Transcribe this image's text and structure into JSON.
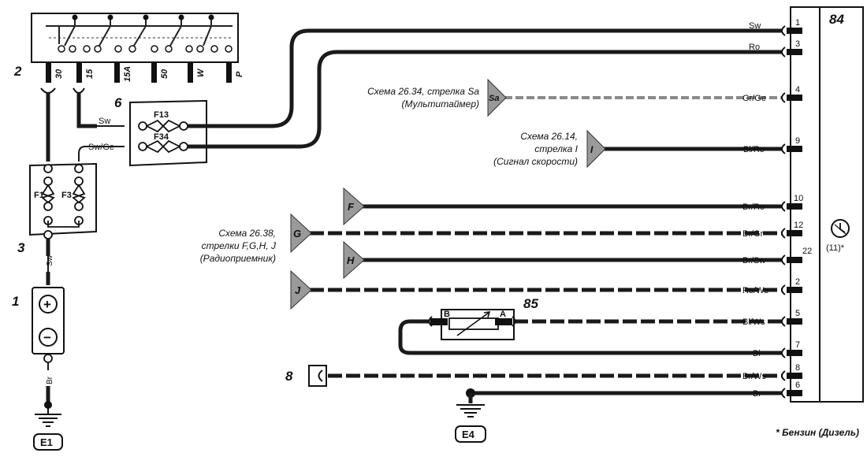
{
  "components": {
    "c1": "1",
    "c2": "2",
    "c3": "3",
    "c6": "6",
    "c8": "8",
    "c84": "84",
    "c85": "85"
  },
  "ignition_switch": {
    "terminals": [
      "30",
      "15",
      "15A",
      "50",
      "W",
      "P"
    ]
  },
  "fuses_top": {
    "f13": "F13",
    "f34": "F34"
  },
  "fuses_left": {
    "f1": "F1",
    "f3": "F3"
  },
  "battery": {
    "plus": "+",
    "minus": "−"
  },
  "grounds": {
    "e1": "E1",
    "e4": "E4"
  },
  "wire_labels": {
    "sw_left": "Sw",
    "swge_left": "Sw/Ge",
    "sw_f1": "Sw",
    "br_batt": "Br"
  },
  "connector_85": {
    "b": "B",
    "a": "A"
  },
  "refs": {
    "sa": {
      "line1": "Схема 26.34, стрелка Sa",
      "line2": "(Мультитаймер)",
      "letter": "Sa"
    },
    "i": {
      "line1": "Схема 26.14,",
      "line2": "стрелка I",
      "line3": "(Сигнал скорости)",
      "letter": "I"
    },
    "radio": {
      "line1": "Схема 26.38,",
      "line2": "стрелки F,G,H, J",
      "line3": "(Радиоприемник)"
    },
    "letters": {
      "f": "F",
      "g": "G",
      "h": "H",
      "j": "J"
    }
  },
  "pins": [
    {
      "pin": "1",
      "wire": "Sw"
    },
    {
      "pin": "3",
      "wire": "Ro"
    },
    {
      "pin": "4",
      "wire": "Gr/Ge"
    },
    {
      "pin": "9",
      "wire": "Bl/Ro"
    },
    {
      "pin": "10",
      "wire": "Br/Ro"
    },
    {
      "pin": "12",
      "wire": "Br/Gr"
    },
    {
      "pin": "22",
      "wire": "Br/Sw"
    },
    {
      "pin": "2",
      "wire": "Ro/Ws"
    },
    {
      "pin": "5",
      "wire": "Bl/Ws"
    },
    {
      "pin": "7",
      "wire": "Bl"
    },
    {
      "pin": "8",
      "wire": "Br/Ws"
    },
    {
      "pin": "6",
      "wire": "Br"
    }
  ],
  "gauge_note": "(11)*",
  "footnote": "* Бензин (Дизель)"
}
